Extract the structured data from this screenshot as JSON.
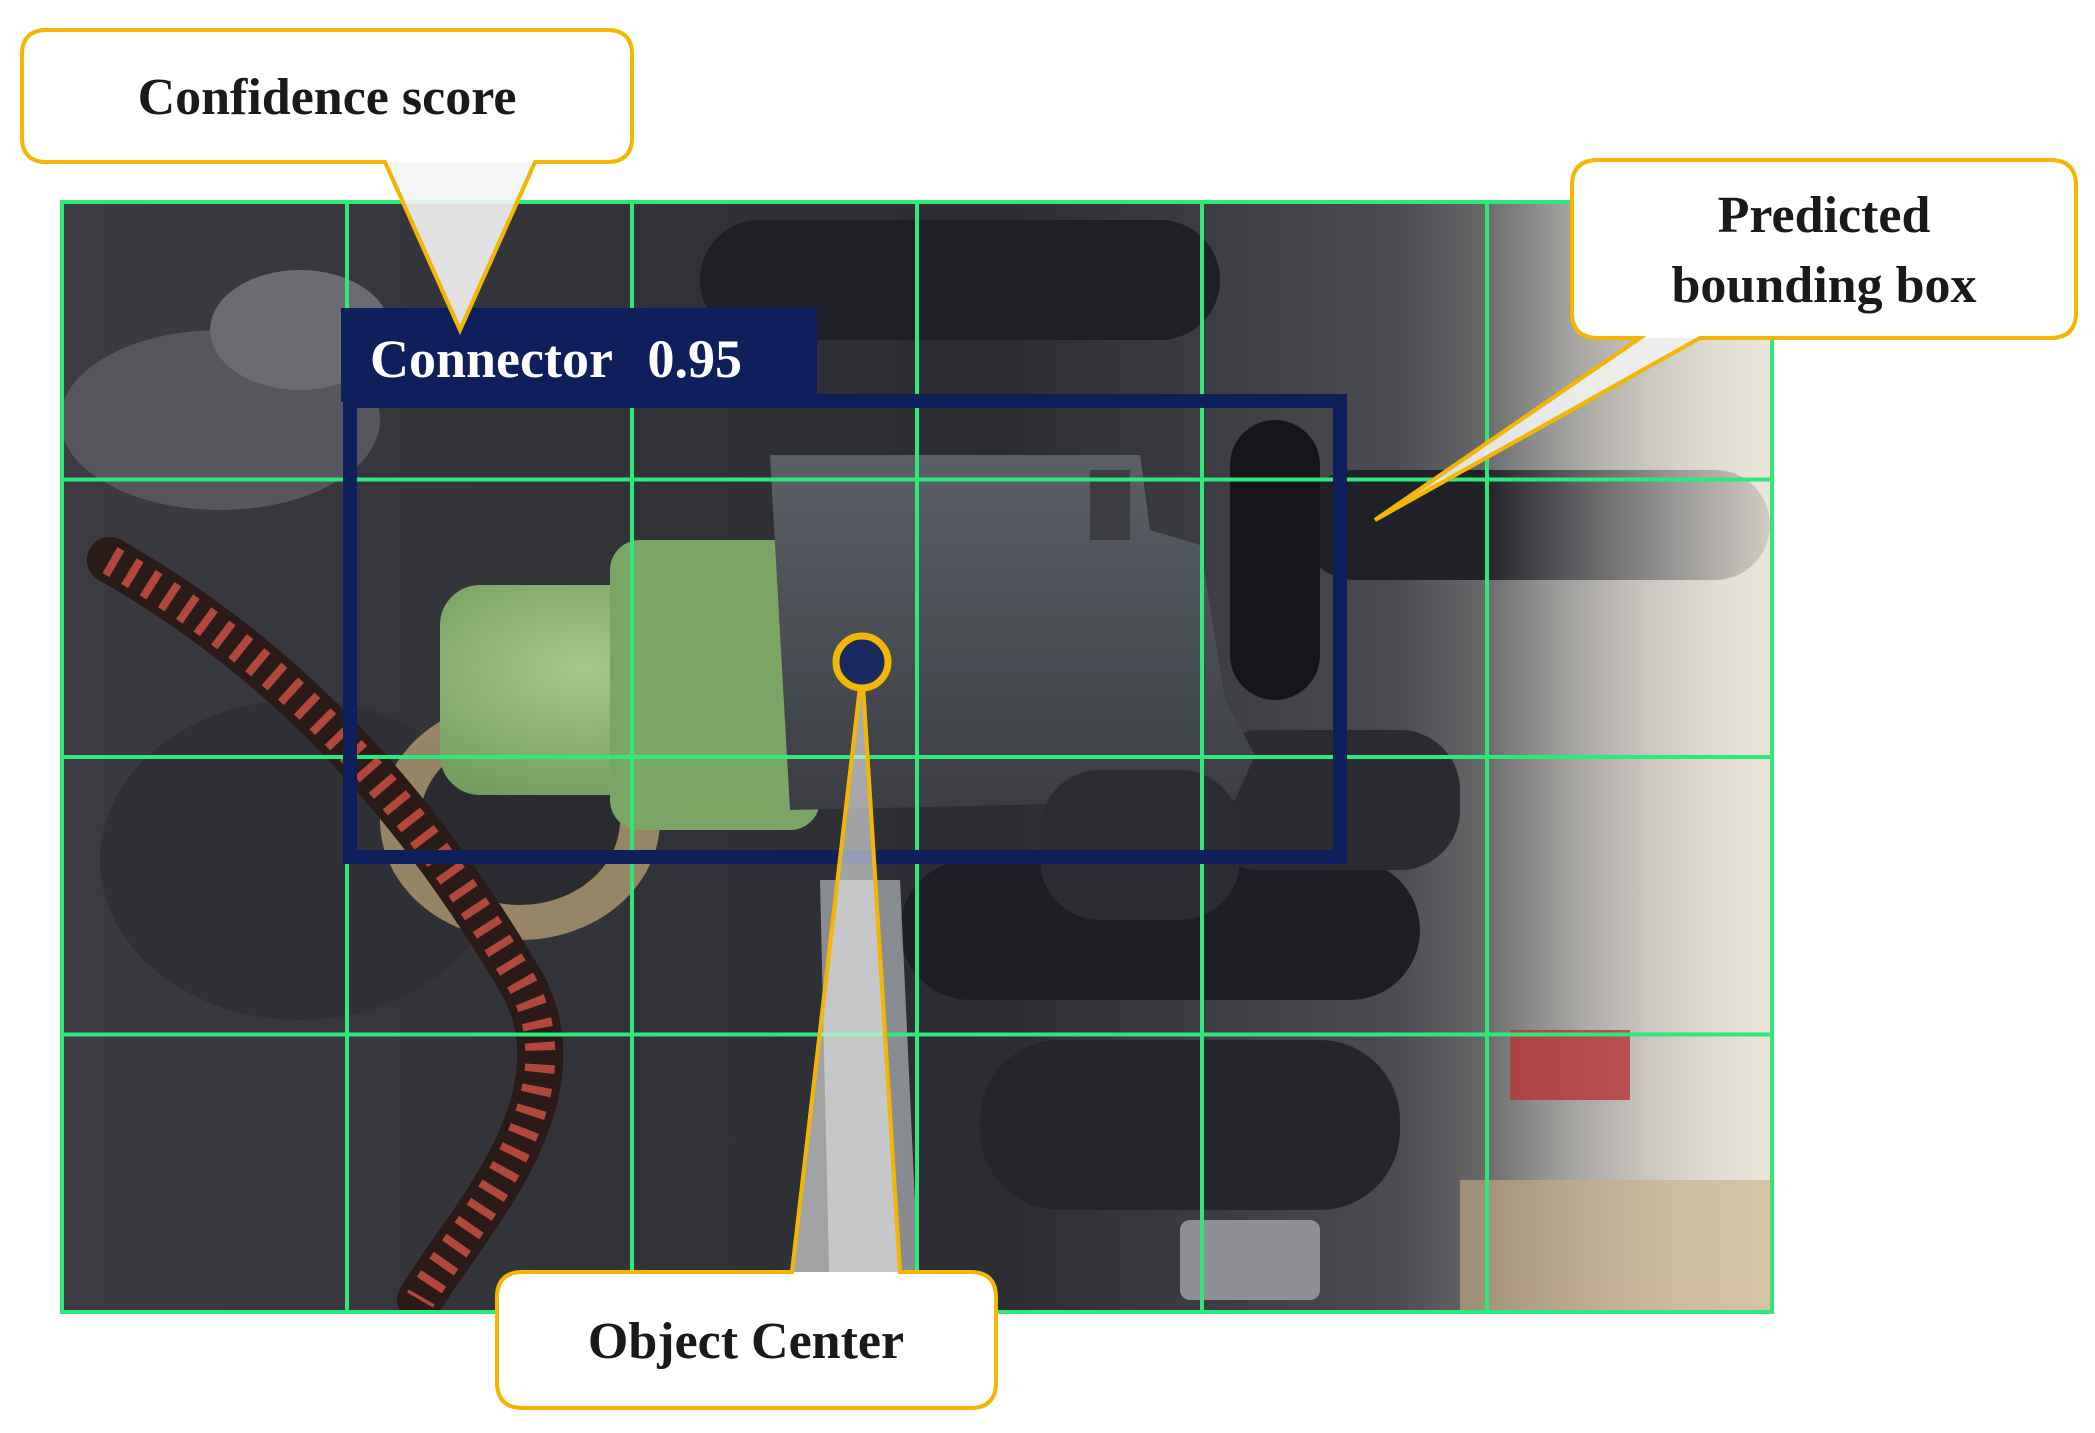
{
  "callouts": {
    "confidence": "Confidence score",
    "predicted_line1": "Predicted",
    "predicted_line2": "bounding box",
    "center": "Object Center"
  },
  "detection": {
    "class_label": "Connector",
    "score": "0.95"
  },
  "grid": {
    "rows": 4,
    "cols": 6
  },
  "colors": {
    "grid": "#2ee87a",
    "bbox": "#0f1f5c",
    "callout_border": "#f2b705",
    "center_fill": "#1b2a5e"
  }
}
